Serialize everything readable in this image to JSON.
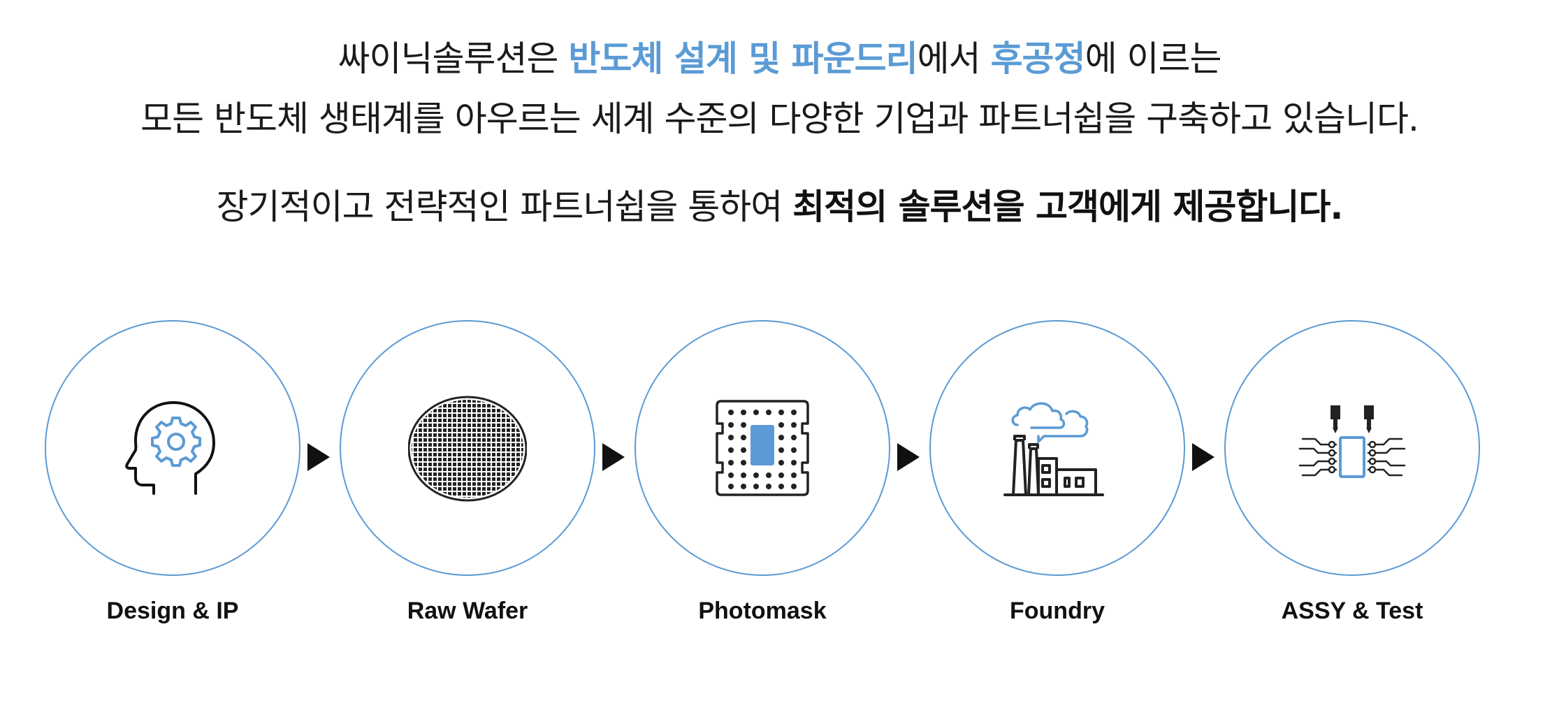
{
  "intro": {
    "line1": {
      "part1": "싸이닉솔루션은 ",
      "accent1": "반도체 설계 및 파운드리",
      "part2": "에서 ",
      "accent2": "후공정",
      "part3": "에 이르는"
    },
    "line2": "모든 반도체 생태계를 아우르는 세계 수준의 다양한 기업과 파트너쉽을 구축하고 있습니다.",
    "line3": {
      "part1": "장기적이고 전략적인 파트너쉽을 통하여 ",
      "strong": "최적의 솔루션을 고객에게 제공합니다."
    }
  },
  "colors": {
    "accent": "#5b9bd5",
    "text": "#1a1a1a",
    "arrow": "#111111"
  },
  "steps": [
    {
      "label": "Design & IP",
      "icon": "head-gear-icon"
    },
    {
      "label": "Raw Wafer",
      "icon": "wafer-icon"
    },
    {
      "label": "Photomask",
      "icon": "photomask-icon"
    },
    {
      "label": "Foundry",
      "icon": "factory-icon"
    },
    {
      "label": "ASSY & Test",
      "icon": "chip-test-icon"
    }
  ]
}
